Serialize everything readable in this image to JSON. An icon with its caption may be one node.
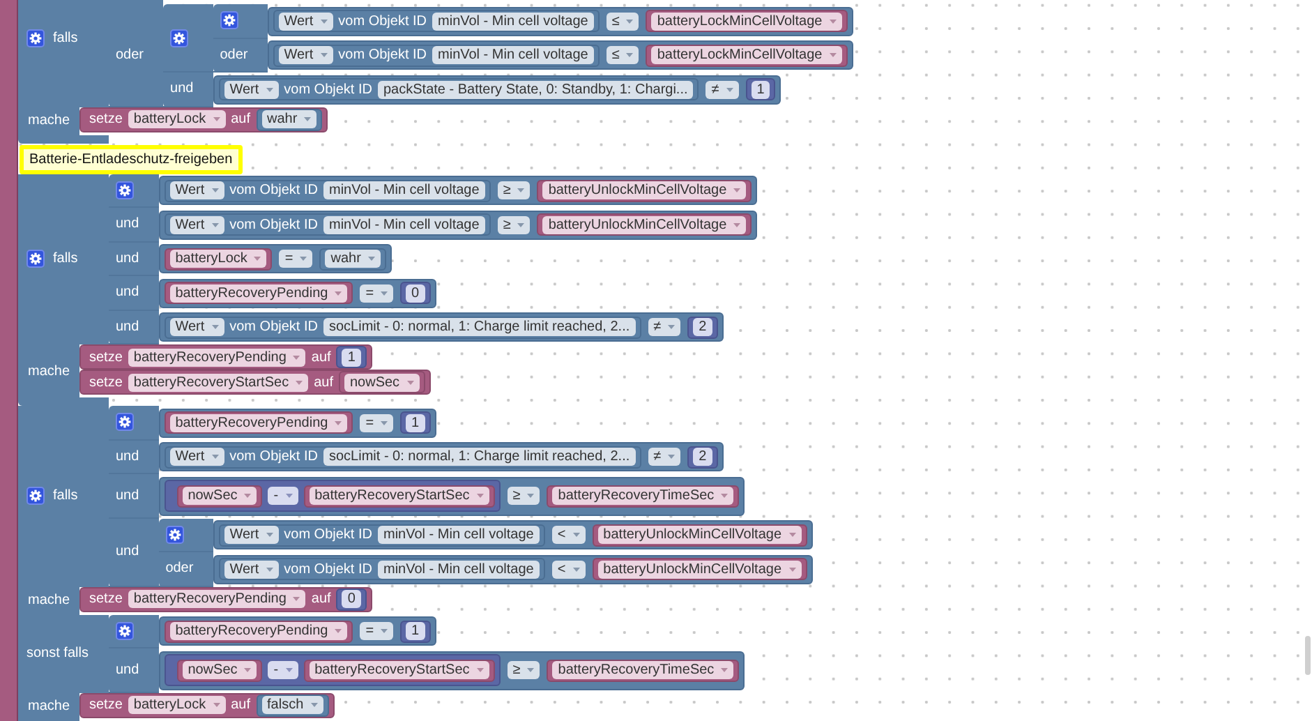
{
  "diagram": {
    "nodes": [
      {
        "text": [
          "falls",
          "mache"
        ]
      },
      {
        "text": [
          "oder"
        ]
      },
      {
        "text": [
          "und"
        ]
      },
      {
        "text": [
          "oder"
        ]
      },
      {
        "text": [
          "≤"
        ]
      },
      {
        "text": [
          "Wert",
          "vom Objekt ID",
          "minVol - Min cell voltage"
        ],
        "in": 4
      },
      {
        "text": [
          "batteryLockMinCellVoltage"
        ],
        "in": 4
      },
      {
        "text": [
          "≤"
        ]
      },
      {
        "text": [
          "Wert",
          "vom Objekt ID",
          "minVol - Min cell voltage"
        ],
        "in": 7
      },
      {
        "text": [
          "batteryLockMinCellVoltage"
        ],
        "in": 7
      },
      {
        "text": [
          "≠"
        ]
      },
      {
        "text": [
          "Wert",
          "vom Objekt ID",
          "packState - Battery State, 0: Standby, 1: Chargi..."
        ],
        "in": 10
      },
      {
        "text": [
          "1"
        ],
        "in": 10
      },
      {
        "text": [
          "setze",
          "batteryLock",
          "auf"
        ]
      },
      {
        "text": [
          "wahr"
        ],
        "in": 13
      },
      {
        "text": [
          "Batterie-Entladeschutz-freigeben"
        ]
      },
      {
        "text": [
          "falls",
          "mache"
        ]
      },
      {
        "text": [
          "und",
          "und",
          "und",
          "und"
        ]
      },
      {
        "text": [
          "≥"
        ]
      },
      {
        "text": [
          "Wert",
          "vom Objekt ID",
          "minVol - Min cell voltage"
        ],
        "in": 18
      },
      {
        "text": [
          "batteryUnlockMinCellVoltage"
        ],
        "in": 18
      },
      {
        "text": [
          "≥"
        ]
      },
      {
        "text": [
          "Wert",
          "vom Objekt ID",
          "minVol - Min cell voltage"
        ],
        "in": 21
      },
      {
        "text": [
          "batteryUnlockMinCellVoltage"
        ],
        "in": 21
      },
      {
        "text": [
          "="
        ]
      },
      {
        "text": [
          "batteryLock"
        ],
        "in": 24
      },
      {
        "text": [
          "wahr"
        ],
        "in": 24
      },
      {
        "text": [
          "="
        ]
      },
      {
        "text": [
          "batteryRecoveryPending"
        ],
        "in": 27
      },
      {
        "text": [
          "0"
        ],
        "in": 27
      },
      {
        "text": [
          "≠"
        ]
      },
      {
        "text": [
          "Wert",
          "vom Objekt ID",
          "socLimit - 0: normal, 1: Charge limit reached, 2..."
        ],
        "in": 30
      },
      {
        "text": [
          "2"
        ],
        "in": 30
      },
      {
        "text": [
          "setze",
          "batteryRecoveryPending",
          "auf"
        ]
      },
      {
        "text": [
          "1"
        ],
        "in": 33
      },
      {
        "text": [
          "setze",
          "batteryRecoveryStartSec",
          "auf"
        ]
      },
      {
        "text": [
          "nowSec"
        ],
        "in": 35
      },
      {
        "text": [
          "falls",
          "mache",
          "sonst falls",
          "mache"
        ]
      },
      {
        "text": [
          "und",
          "und",
          "und"
        ]
      },
      {
        "text": [
          "="
        ]
      },
      {
        "text": [
          "batteryRecoveryPending"
        ],
        "in": 39
      },
      {
        "text": [
          "1"
        ],
        "in": 39
      },
      {
        "text": [
          "≠"
        ]
      },
      {
        "text": [
          "Wert",
          "vom Objekt ID",
          "socLimit - 0: normal, 1: Charge limit reached, 2..."
        ],
        "in": 42
      },
      {
        "text": [
          "2"
        ],
        "in": 42
      },
      {
        "text": [
          "≥"
        ]
      },
      {
        "text": [
          "-"
        ],
        "in": 45
      },
      {
        "text": [
          "nowSec"
        ],
        "in": 46
      },
      {
        "text": [
          "batteryRecoveryStartSec"
        ],
        "in": 46
      },
      {
        "text": [
          "batteryRecoveryTimeSec"
        ],
        "in": 45
      },
      {
        "text": [
          "oder"
        ]
      },
      {
        "text": [
          "<"
        ]
      },
      {
        "text": [
          "Wert",
          "vom Objekt ID",
          "minVol - Min cell voltage"
        ],
        "in": 51
      },
      {
        "text": [
          "batteryUnlockMinCellVoltage"
        ],
        "in": 51
      },
      {
        "text": [
          "<"
        ]
      },
      {
        "text": [
          "Wert",
          "vom Objekt ID",
          "minVol - Min cell voltage"
        ],
        "in": 54
      },
      {
        "text": [
          "batteryUnlockMinCellVoltage"
        ],
        "in": 54
      },
      {
        "text": [
          "setze",
          "batteryRecoveryPending",
          "auf"
        ]
      },
      {
        "text": [
          "0"
        ],
        "in": 57
      },
      {
        "text": [
          "und"
        ]
      },
      {
        "text": [
          "="
        ]
      },
      {
        "text": [
          "batteryRecoveryPending"
        ],
        "in": 60
      },
      {
        "text": [
          "1"
        ],
        "in": 60
      },
      {
        "text": [
          "≥"
        ]
      },
      {
        "text": [
          "-"
        ],
        "in": 63
      },
      {
        "text": [
          "nowSec"
        ],
        "in": 64
      },
      {
        "text": [
          "batteryRecoveryStartSec"
        ],
        "in": 64
      },
      {
        "text": [
          "batteryRecoveryTimeSec"
        ],
        "in": 63
      },
      {
        "text": [
          "setze",
          "batteryLock",
          "auf"
        ]
      },
      {
        "text": [
          "falsch"
        ],
        "in": 68
      }
    ]
  }
}
